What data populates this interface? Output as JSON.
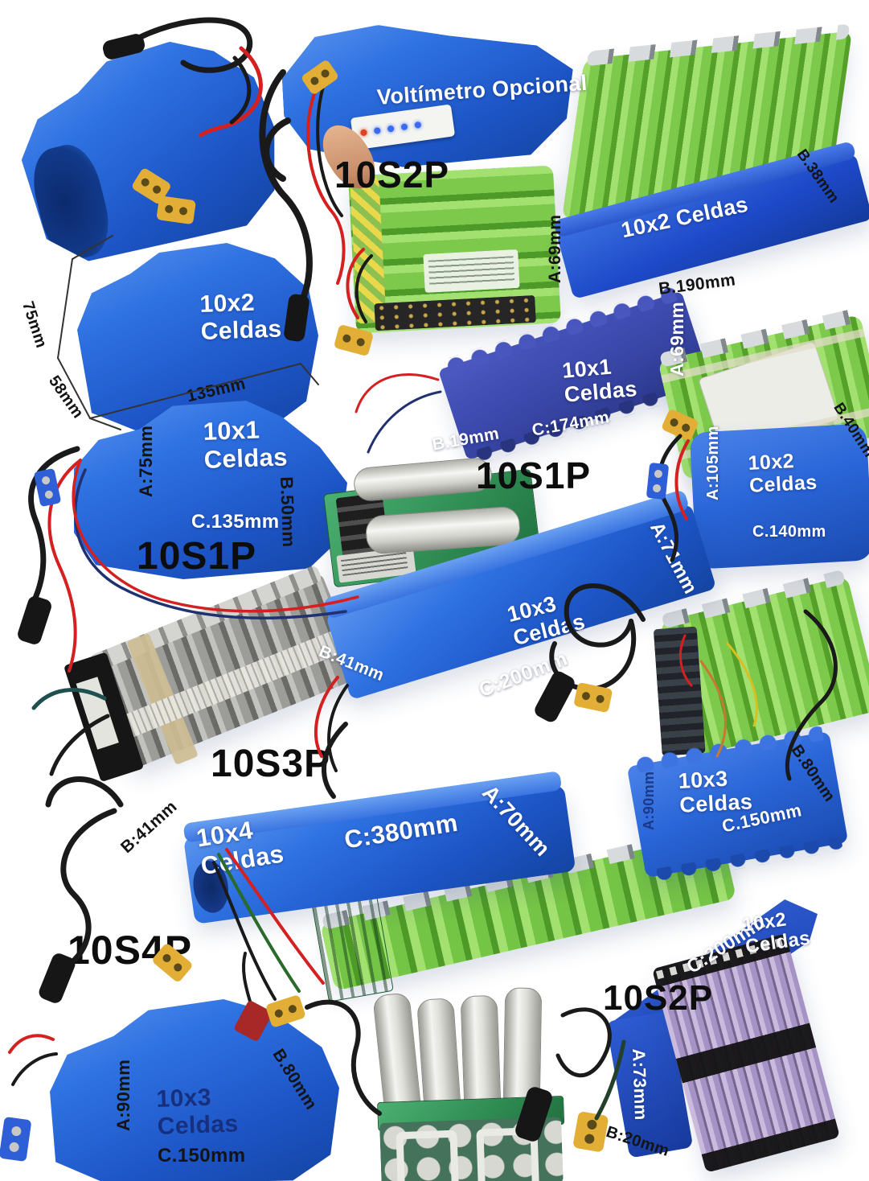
{
  "collage": {
    "top_center_pack": {
      "overlay_text": "Voltímetro Opcional",
      "config": "10S2P"
    },
    "top_right_pack": {
      "cells": "10x2 Celdas",
      "dim_b_edge": "B.38mm",
      "dim_a": "A:69mm",
      "dim_b_bottom": "B.190mm"
    },
    "dimensioned_hump_pack": {
      "cells": "10x2\nCeldas",
      "height": "75mm",
      "depth": "58mm",
      "width": "135mm"
    },
    "strip_pack_10x1": {
      "cells": "10x1\nCeldas",
      "dim_b": "B.19mm",
      "dim_c": "C:174mm",
      "dim_a": "A:69mm",
      "config": "10S1P"
    },
    "hump_pack_10x1": {
      "cells": "10x1\nCeldas",
      "dim_a": "A:75mm",
      "dim_b": "B.50mm",
      "dim_c": "C.135mm",
      "config": "10S1P"
    },
    "flat_pack_10x2": {
      "dim_b": "B.40mm",
      "cells": "10x2\nCeldas",
      "dim_a": "A:105mm",
      "dim_c": "C.140mm"
    },
    "long_pack_10x3": {
      "dim_a": "A:71mm",
      "cells": "10x3\nCeldas",
      "dim_b": "B:41mm",
      "dim_c": "C:200mm",
      "config": "10S3P"
    },
    "right_pack_10x3": {
      "dim_b": "B.80mm",
      "cells": "10x3\nCeldas",
      "dim_c": "C.150mm",
      "dim_a": "A:90mm"
    },
    "long_pack_10x4": {
      "dim_b": "B:41mm",
      "cells": "10x4\nCeldas",
      "dim_c": "C:380mm",
      "dim_a": "A:70mm",
      "config": "10S4P"
    },
    "thin_pack_10x2": {
      "cells": "10x2\nCeldas",
      "dim_c": "C:200mm",
      "config": "10S2P",
      "dim_a": "A:73mm",
      "dim_b": "B:20mm"
    },
    "bottom_left_pack_10x3": {
      "cells": "10x3\nCeldas",
      "dim_a": "A:90mm",
      "dim_b": "B.80mm",
      "dim_c": "C.150mm"
    }
  },
  "colors": {
    "pack_blue": "#2a6ade",
    "pack_royal": "#1d49c8",
    "pack_slate": "#3c4aae",
    "cell_green": "#7cc94c",
    "cell_gray": "#9c9c98",
    "cell_purple": "#a693c6",
    "connector_yellow": "#e2ae36",
    "connector_blue": "#2f5fd6",
    "connector_red": "#a82828",
    "wire_red": "#d42020",
    "wire_black": "#1a1a1a",
    "text_dark": "#141414",
    "text_white": "#ffffff"
  }
}
